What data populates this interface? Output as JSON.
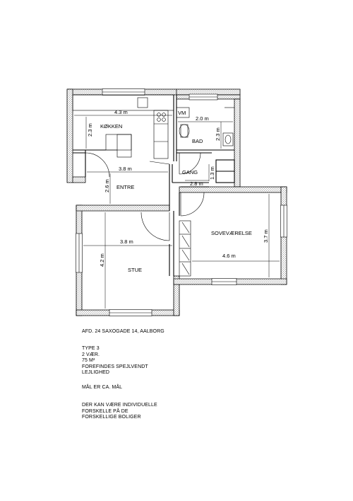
{
  "rooms": {
    "kitchen": "KØKKEN",
    "bath": "BAD",
    "laundry": "VM",
    "hall": "GANG",
    "entrance": "ENTRE",
    "living": "STUE",
    "bedroom": "SOVEVÆRELSE"
  },
  "dimensions": {
    "kitchen_width": "4.3 m",
    "kitchen_depth": "2.3 m",
    "bath_width": "2.0 m",
    "bath_depth": "2.3 m",
    "hall_width": "2.8 m",
    "hall_depth": "1.3 m",
    "entrance_width": "3.8 m",
    "entrance_depth": "2.6 m",
    "living_width": "3.8 m",
    "living_depth": "4.2 m",
    "bedroom_width": "4.6 m",
    "bedroom_depth": "3.7 m"
  },
  "info": {
    "address": "AFD. 24 SAXOGADE 14, AALBORG",
    "type": "TYPE 3",
    "rooms": "2 VÆR.",
    "area": "75 M²",
    "mirror_line1": "FOREFINDES SPEJLVENDT",
    "mirror_line2": "LEJLIGHED",
    "measure_note": "MÅL ER CA. MÅL",
    "note_line1": "DER KAN VÆRE INDIVIDUELLE",
    "note_line2": "FORSKELLE PÅ DE",
    "note_line3": "FORSKELLIGE BOLIGER"
  }
}
